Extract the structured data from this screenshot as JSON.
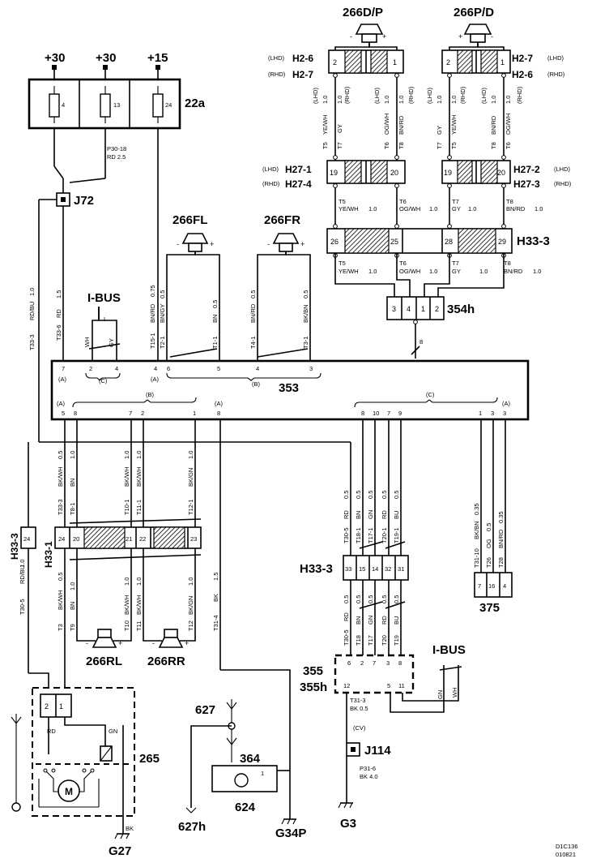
{
  "fuse_box": {
    "id": "22a",
    "supplies": [
      "+30",
      "+30",
      "+15"
    ],
    "fuses": [
      "4",
      "13",
      "24"
    ]
  },
  "fuse_wire": [
    "P30-18",
    "RD   2.5"
  ],
  "junctions": {
    "j72": "J72",
    "j114": "J114"
  },
  "speakers": {
    "dp": "266D/P",
    "pd": "266P/D",
    "fl": "266FL",
    "fr": "266FR",
    "rl": "266RL",
    "rr": "266RR"
  },
  "h2_left": {
    "top_tag": "(LHD)",
    "top": "H2-6",
    "bottom_tag": "(RHD)",
    "bottom": "H2-7",
    "pins": [
      "2",
      "1"
    ]
  },
  "h2_right": {
    "top": "H2-7",
    "top_tag": "(LHD)",
    "bottom": "H2-6",
    "bottom_tag": "(RHD)",
    "pins": [
      "2",
      "1"
    ]
  },
  "h27_left": {
    "top_tag": "(LHD)",
    "top": "H27-1",
    "bottom_tag": "(RHD)",
    "bottom": "H27-4",
    "pins": [
      "19",
      "20"
    ]
  },
  "h27_right": {
    "top": "H27-2",
    "top_tag": "(LHD)",
    "bottom": "H27-3",
    "bottom_tag": "(RHD)",
    "pins": [
      "19",
      "20"
    ]
  },
  "h33_upper": {
    "label": "H33-3",
    "pins": [
      "26",
      "25",
      "28",
      "29"
    ]
  },
  "connector_354h": {
    "label": "354h",
    "pins": [
      "3",
      "4",
      "1",
      "2"
    ],
    "ground": "8"
  },
  "top_wires_left": [
    [
      "(LHD)",
      "1.0",
      "YE/WH",
      "T5"
    ],
    [
      "(RHD)",
      "1.0",
      "GY",
      "T7"
    ],
    [
      "(LHD)",
      "1.0",
      "OG/WH",
      "T6"
    ],
    [
      "(RHD)",
      "1.0",
      "BN/RD",
      "T8"
    ]
  ],
  "top_wires_right": [
    [
      "(LHD)",
      "1.0",
      "GY",
      "T7"
    ],
    [
      "(RHD)",
      "1.0",
      "YE/WH",
      "T5"
    ],
    [
      "(LHD)",
      "1.0",
      "BN/RD",
      "T8"
    ],
    [
      "(RHD)",
      "1.0",
      "OG/WH",
      "T6"
    ]
  ],
  "mid_wires": [
    [
      "T5",
      "YE/WH",
      "1.0"
    ],
    [
      "T6",
      "OG/WH",
      "1.0"
    ],
    [
      "T7",
      "GY",
      "1.0"
    ],
    [
      "T8",
      "BN/RD",
      "1.0"
    ]
  ],
  "lower_wires": [
    [
      "T5",
      "YE/WH",
      "1.0"
    ],
    [
      "T6",
      "OG/WH",
      "1.0"
    ],
    [
      "T7",
      "GY",
      "1.0"
    ],
    [
      "T8",
      "BN/RD",
      "1.0"
    ]
  ],
  "unit_353": {
    "label": "353",
    "ibus": "I-BUS",
    "top_pins": [
      "7",
      "2",
      "4",
      "4",
      "6",
      "5",
      "4",
      "3"
    ],
    "top_groups": [
      "(A)",
      "(C)",
      "(A)",
      "(B)"
    ],
    "bottom_groups": [
      "(A)",
      "(B)",
      "(A)",
      "(C)",
      "(A)"
    ],
    "bottom_pins": [
      "5",
      "8",
      "7",
      "2",
      "1",
      "8",
      "8",
      "10",
      "7",
      "9",
      "1",
      "3",
      "3"
    ]
  },
  "upper_353_wires": [
    [
      "T33-6",
      "RD",
      "1.5"
    ],
    [
      "T15-1",
      "BN/RD",
      "0.75"
    ],
    [
      "T2-1",
      "BN/GY",
      "0.5"
    ],
    [
      "T1-1",
      "BN",
      "0.5"
    ],
    [
      "T4-1",
      "BN/RD",
      "0.5"
    ],
    [
      "T3-1",
      "BK/BN",
      "0.5"
    ],
    [
      "WH",
      "",
      ""
    ],
    [
      "GY",
      "",
      ""
    ]
  ],
  "t33_wire": [
    "T33-3",
    "RD/BU",
    "1.0"
  ],
  "rear_connector": {
    "left_label": "H33-3",
    "left_pin": "24",
    "label": "H33-1",
    "pins": [
      "24",
      "20",
      "21",
      "22",
      "23"
    ]
  },
  "rear_wires_top": [
    [
      "T33-3",
      "BK/WH",
      "0.5"
    ],
    [
      "T8-1",
      "BN",
      "1.0"
    ],
    [
      "T10-1",
      "BK/WH",
      "1.0"
    ],
    [
      "T11-1",
      "BK/WH",
      "1.0"
    ],
    [
      "T12-1",
      "BK/GN",
      "1.0"
    ]
  ],
  "rear_wires_bottom": [
    [
      "T3",
      "BK/WH",
      "0.5"
    ],
    [
      "T9",
      "BN",
      "1.0"
    ],
    [
      "T10",
      "BK/WH",
      "1.0"
    ],
    [
      "T11",
      "BK/WH",
      "1.0"
    ],
    [
      "T12",
      "BK/GN",
      "1.0"
    ]
  ],
  "left_vertical_wires": [
    [
      "T30-5",
      "RD/BU",
      "1.0"
    ],
    [
      "T31-4",
      "BK",
      "1.5"
    ]
  ],
  "h33_lower": {
    "label": "H33-3",
    "pins": [
      "33",
      "15",
      "14",
      "32",
      "31"
    ]
  },
  "h33_lower_wires_top": [
    [
      "T30-5",
      "RD",
      "0.5"
    ],
    [
      "T18-1",
      "BN",
      "0.5"
    ],
    [
      "T17-1",
      "GN",
      "0.5"
    ],
    [
      "T20-1",
      "RD",
      "0.5"
    ],
    [
      "T19-1",
      "BU",
      "0.5"
    ]
  ],
  "h33_lower_wires_bottom": [
    [
      "T30-5",
      "RD",
      "0.5"
    ],
    [
      "T18",
      "BN",
      "0.5"
    ],
    [
      "T17",
      "GN",
      "0.5"
    ],
    [
      "T20",
      "RD",
      "0.5"
    ],
    [
      "T19",
      "BU",
      "0.5"
    ]
  ],
  "c375_wires": [
    [
      "T31-10",
      "BK/BN",
      "0.35"
    ],
    [
      "T26",
      "OG",
      "0.5"
    ],
    [
      "T28",
      "BN/RD",
      "0.35"
    ]
  ],
  "connector_375": {
    "label": "375",
    "pins": [
      "7",
      "16",
      "4"
    ]
  },
  "unit_355": {
    "label1": "355",
    "label2": "355h",
    "ibus": "I-BUS",
    "pins": [
      "6",
      "2",
      "7",
      "3",
      "8",
      "12",
      "5",
      "11"
    ],
    "wires": [
      "GN",
      "WH"
    ]
  },
  "ground_wire": [
    "T31-3",
    "BK   0.5"
  ],
  "cv_tag": "(CV)",
  "j114_wire": [
    "P31-6",
    "BK   4.0"
  ],
  "unit_265": {
    "label": "265",
    "pins": [
      "2",
      "1"
    ],
    "wires": [
      "RD",
      "GN",
      "BK"
    ],
    "motor": "M"
  },
  "antenna": {
    "label_top": "627",
    "label_bottom": "627h",
    "amp": "364",
    "unit": "624",
    "pin": "1"
  },
  "grounds": [
    "G27",
    "G34P",
    "G3"
  ],
  "footer": [
    "D1C136",
    "010821"
  ]
}
